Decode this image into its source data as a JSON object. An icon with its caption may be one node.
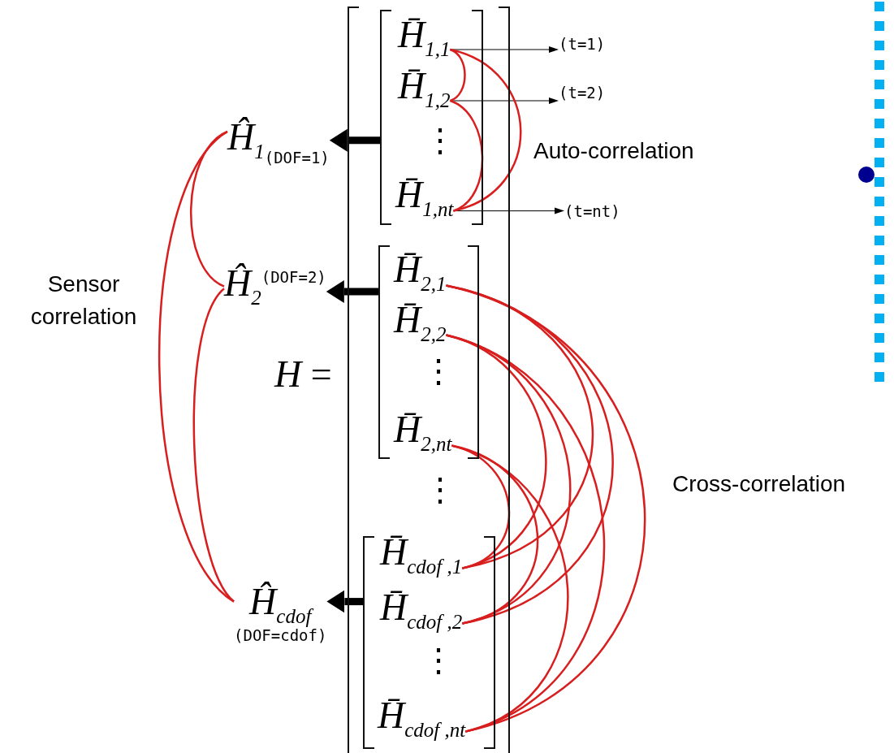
{
  "diagram": {
    "nodes": [
      {
        "text": [],
        "shape": "bracket"
      },
      {
        "text": [],
        "shape": "bracket",
        "in": 0
      },
      {
        "text": [
          "H̄$_{1,1}$"
        ],
        "in": 1
      },
      {
        "text": [
          "H̄$_{1,2}$"
        ],
        "in": 1
      },
      {
        "text": [
          "H̄$_{1,nt}$"
        ],
        "in": 1
      },
      {
        "text": [],
        "shape": "bracket",
        "in": 0
      },
      {
        "text": [
          "H̄$_{2,1}$"
        ],
        "in": 5
      },
      {
        "text": [
          "H̄$_{2,2}$"
        ],
        "in": 5
      },
      {
        "text": [
          "H̄$_{2,nt}$"
        ],
        "in": 5
      },
      {
        "text": [],
        "shape": "bracket",
        "in": 0
      },
      {
        "text": [
          "H̄$_{cdof ,1}$"
        ],
        "in": 9
      },
      {
        "text": [
          "H̄$_{cdof ,2}$"
        ],
        "in": 9
      },
      {
        "text": [
          "H̄$_{cdof ,nt}$"
        ],
        "in": 9
      },
      {
        "text": [
          "Ĥ$_{1}$",
          "(DOF=1)"
        ]
      },
      {
        "text": [
          "Ĥ$_{2}$",
          "(DOF=2)"
        ]
      },
      {
        "text": [
          "Ĥ$_{cdof}$",
          "(DOF=cdof)"
        ]
      },
      {
        "text": [
          "(t=1)"
        ]
      },
      {
        "text": [
          "(t=2)"
        ]
      },
      {
        "text": [
          "(t=nt)"
        ]
      }
    ],
    "edges": [
      {
        "from": 1,
        "to": 13,
        "arrow": "to",
        "style": "thick",
        "color": "#000000"
      },
      {
        "from": 5,
        "to": 14,
        "arrow": "to",
        "style": "thick",
        "color": "#000000"
      },
      {
        "from": 9,
        "to": 15,
        "arrow": "to",
        "style": "thick",
        "color": "#000000"
      },
      {
        "from": 2,
        "to": 16,
        "arrow": "to",
        "color": "#000000"
      },
      {
        "from": 3,
        "to": 17,
        "arrow": "to",
        "color": "#000000"
      },
      {
        "from": 4,
        "to": 18,
        "arrow": "to",
        "color": "#000000"
      },
      {
        "from": 2,
        "to": 3,
        "arrow": "none"
      },
      {
        "from": 3,
        "to": 4,
        "arrow": "none"
      },
      {
        "from": 2,
        "to": 4,
        "arrow": "none"
      },
      {
        "from": 13,
        "to": 14,
        "arrow": "none"
      },
      {
        "from": 14,
        "to": 15,
        "arrow": "none"
      },
      {
        "from": 13,
        "to": 15,
        "arrow": "none"
      },
      {
        "from": 6,
        "to": 10,
        "arrow": "none"
      },
      {
        "from": 6,
        "to": 11,
        "arrow": "none"
      },
      {
        "from": 6,
        "to": 12,
        "arrow": "none"
      },
      {
        "from": 7,
        "to": 10,
        "arrow": "none"
      },
      {
        "from": 7,
        "to": 11,
        "arrow": "none"
      },
      {
        "from": 7,
        "to": 12,
        "arrow": "none"
      },
      {
        "from": 8,
        "to": 10,
        "arrow": "none"
      },
      {
        "from": 8,
        "to": 11,
        "arrow": "none"
      },
      {
        "from": 8,
        "to": 12,
        "arrow": "none"
      }
    ],
    "labels": [
      "⋮",
      "Auto-correlation",
      "Sensor correlation",
      "*H* =",
      "⋮",
      "⋮",
      "Cross-correlation",
      "⋮"
    ]
  }
}
